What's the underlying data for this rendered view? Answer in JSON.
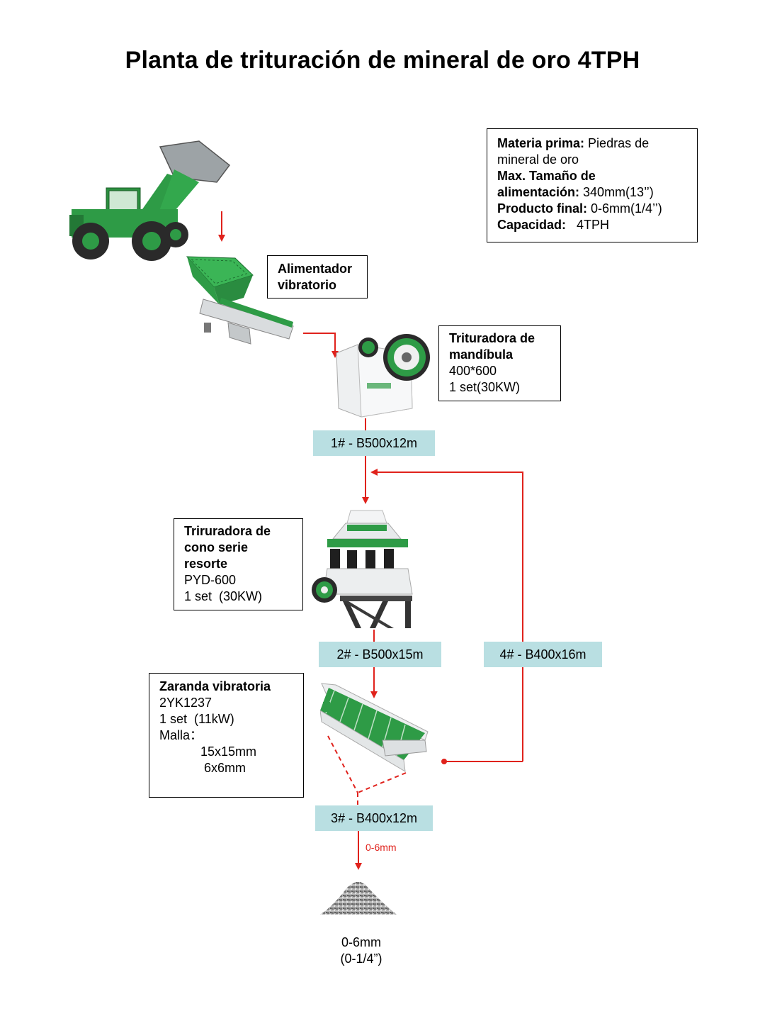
{
  "title": "Planta de trituración de mineral de oro 4TPH",
  "specs": {
    "raw_material_label": "Materia prima:",
    "raw_material_value_1": " Piedras de",
    "raw_material_value_2": "mineral de oro",
    "max_feed_label_1": "Max. Tamaño de",
    "max_feed_label_2": "alimentación:",
    "max_feed_value": " 340mm(13’’)",
    "final_product_label": "Producto final:",
    "final_product_value": " 0-6mm(1/4’’)",
    "capacity_label": "Capacidad:",
    "capacity_value": "   4TPH"
  },
  "feeder": {
    "line1": "Alimentador",
    "line2": "vibratorio"
  },
  "jaw_crusher": {
    "line1": "Trituradora de",
    "line2": "mandíbula",
    "model": "400*600",
    "qty": "1 set(30KW)"
  },
  "cone_crusher": {
    "line1": "Triruradora de",
    "line2": "cono serie",
    "line3": "resorte",
    "model": "PYD-600",
    "qty": "1 set  (30KW)"
  },
  "screen": {
    "line1": "Zaranda vibratoria",
    "model": "2YK1237",
    "qty": "1 set  (11kW)",
    "mesh_label": "Malla：",
    "mesh1": "15x15mm",
    "mesh2": "6x6mm"
  },
  "belts": {
    "b1": "1# - B500x12m",
    "b2": "2# - B500x15m",
    "b3": "3# - B400x12m",
    "b4": "4# - B400x16m"
  },
  "output_label": "0-6mm",
  "product": {
    "line1": "0-6mm",
    "line2": "(0-1/4”)"
  },
  "colors": {
    "arrow": "#e0221c",
    "belt": "#b9dfe2",
    "machine_green": "#2e9b46"
  }
}
